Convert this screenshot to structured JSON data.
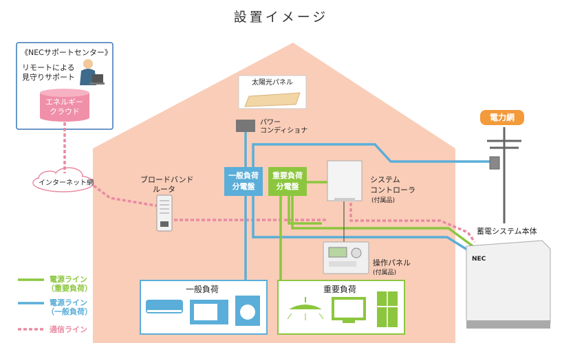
{
  "title": "設置イメージ",
  "support_center": {
    "name": "《NECサポートセンター》",
    "line1": "リモートによる",
    "line2": "見守りサポート",
    "cloud1": "エネルギー",
    "cloud2": "クラウド"
  },
  "internet": "インターネット網",
  "router": {
    "line1": "ブロードバンド",
    "line2": "ルータ"
  },
  "solar_panel": "太陽光パネル",
  "power_conditioner": {
    "line1": "パワー",
    "line2": "コンディショナ"
  },
  "general_panel": {
    "line1": "一般負荷",
    "line2": "分電盤"
  },
  "important_panel": {
    "line1": "重要負荷",
    "line2": "分電盤"
  },
  "system_controller": {
    "line1": "システム",
    "line2": "コントローラ",
    "note": "(付属品)"
  },
  "operation_panel": {
    "line1": "操作パネル",
    "note": "(付属品)"
  },
  "grid": "電力網",
  "storage": {
    "label": "蓄電システム本体",
    "brand": "NEC"
  },
  "general_load": "一般負荷",
  "important_load": "重要負荷",
  "legend": {
    "green_1": "電源ライン",
    "green_2": "（重要負荷）",
    "blue_1": "電源ライン",
    "blue_2": "（一般負荷）",
    "pink": "通信ライン"
  },
  "colors": {
    "house": "#f9cdb8",
    "green": "#8cc63e",
    "blue": "#5aaed9",
    "pink": "#e98aa2",
    "grid_orange": "#f39a3a",
    "support_border": "#3a75b5",
    "cloud_pink": "#f08fa8"
  }
}
